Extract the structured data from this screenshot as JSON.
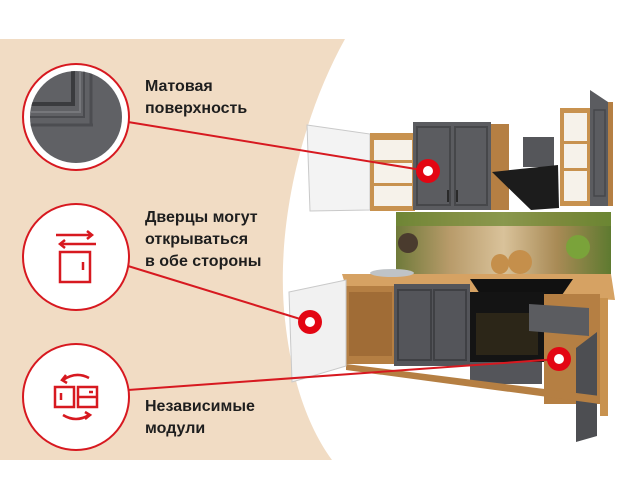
{
  "colors": {
    "accent_red": "#d71920",
    "panel_beige": "#f1dcc4",
    "cabinet_grey": "#5b5c60",
    "wood": "#c8924f",
    "background": "#ffffff"
  },
  "features": [
    {
      "id": "matte-surface",
      "icon": "matte-texture-closeup",
      "lines": [
        "Матовая",
        "поверхность"
      ]
    },
    {
      "id": "reversible-doors",
      "icon": "door-swap-arrows-icon",
      "lines": [
        "Дверцы могут",
        "открываться",
        "в обе стороны"
      ]
    },
    {
      "id": "independent-modules",
      "icon": "modules-rotate-icon",
      "lines": [
        "Независимые",
        "модули"
      ]
    }
  ],
  "product": {
    "image": "kitchen-set-with-open-cabinets"
  }
}
